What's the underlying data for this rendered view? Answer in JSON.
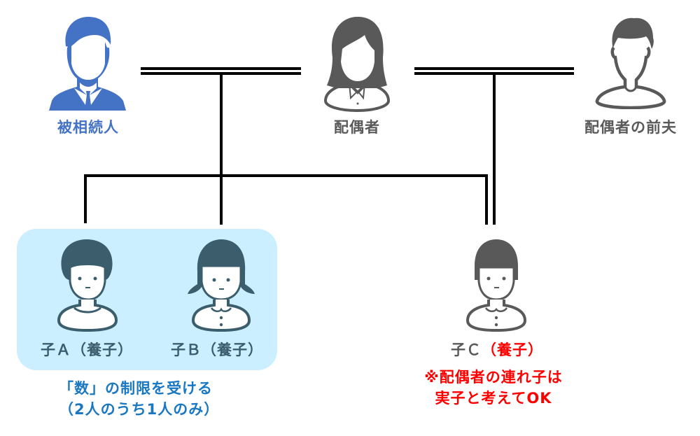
{
  "people": {
    "decedent": {
      "label": "被相続人",
      "icon": "businessman-icon"
    },
    "spouse": {
      "label": "配偶者",
      "icon": "woman-icon"
    },
    "spouse_ex": {
      "label": "配偶者の前夫",
      "icon": "man-icon"
    },
    "child_a": {
      "label": "子Ａ（養子）",
      "icon": "boy-icon"
    },
    "child_b": {
      "label": "子Ｂ（養子）",
      "icon": "girl-icon"
    },
    "child_c": {
      "label_prefix": "子Ｃ",
      "label_suffix": "（養子）",
      "icon": "child-icon"
    }
  },
  "notes": {
    "group_note_line1": "「数」の制限を受ける",
    "group_note_line2": "（2人のうち1人のみ）",
    "child_c_note_line1": "※配偶者の連れ子は",
    "child_c_note_line2": "実子と考えてOK"
  },
  "colors": {
    "decedent": "#4472c4",
    "gray_person": "#595959",
    "child_group": "#3b5d6c",
    "group_bg": "#ccefff",
    "note_blue": "#1a78c2",
    "note_red": "#ff0000",
    "line": "#000000"
  }
}
